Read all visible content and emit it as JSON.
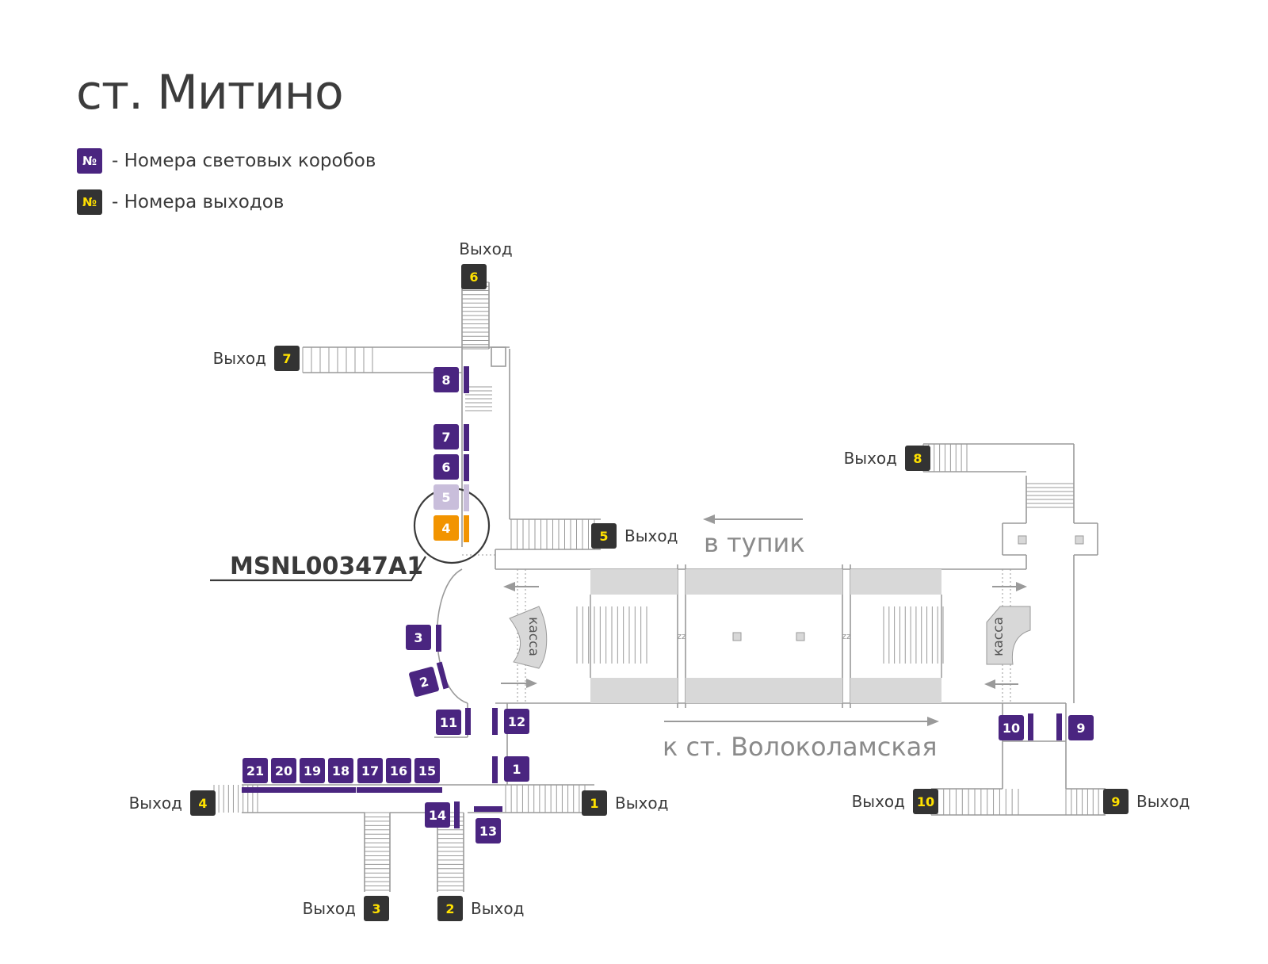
{
  "title": "ст. Митино",
  "legend": {
    "light_box": {
      "symbol": "№",
      "label": "- Номера световых коробов"
    },
    "exit": {
      "symbol": "№",
      "label": "- Номера выходов"
    }
  },
  "colors": {
    "light_box": "#4a2580",
    "exit": "#333333",
    "exit_number": "#ffe100",
    "highlight": "#f29400",
    "faded": "#c9bedb",
    "wall": "#9a9a9a",
    "platform_fill": "#d8d8d8"
  },
  "selected_box_code": "MSNL00347A1",
  "exit_word": "Выход",
  "exits": [
    {
      "num": "1",
      "label": "Выход"
    },
    {
      "num": "2",
      "label": "Выход"
    },
    {
      "num": "3",
      "label": "Выход"
    },
    {
      "num": "4",
      "label": "Выход"
    },
    {
      "num": "5",
      "label": "Выход"
    },
    {
      "num": "6",
      "label": "Выход"
    },
    {
      "num": "7",
      "label": "Выход"
    },
    {
      "num": "8",
      "label": "Выход"
    },
    {
      "num": "9",
      "label": "Выход"
    },
    {
      "num": "10",
      "label": "Выход"
    }
  ],
  "light_boxes": [
    {
      "num": "1",
      "state": "normal"
    },
    {
      "num": "2",
      "state": "normal"
    },
    {
      "num": "3",
      "state": "normal"
    },
    {
      "num": "4",
      "state": "selected"
    },
    {
      "num": "5",
      "state": "faded"
    },
    {
      "num": "6",
      "state": "normal"
    },
    {
      "num": "7",
      "state": "normal"
    },
    {
      "num": "8",
      "state": "normal"
    },
    {
      "num": "9",
      "state": "normal"
    },
    {
      "num": "10",
      "state": "normal"
    },
    {
      "num": "11",
      "state": "normal"
    },
    {
      "num": "12",
      "state": "normal"
    },
    {
      "num": "13",
      "state": "normal"
    },
    {
      "num": "14",
      "state": "normal"
    },
    {
      "num": "15",
      "state": "normal"
    },
    {
      "num": "16",
      "state": "normal"
    },
    {
      "num": "17",
      "state": "normal"
    },
    {
      "num": "18",
      "state": "normal"
    },
    {
      "num": "19",
      "state": "normal"
    },
    {
      "num": "20",
      "state": "normal"
    },
    {
      "num": "21",
      "state": "normal"
    }
  ],
  "directions": {
    "dead_end": "в тупик",
    "to_station": "к ст. Волоколамская"
  },
  "ticket_office": "касса",
  "pillar_mark": "zz"
}
